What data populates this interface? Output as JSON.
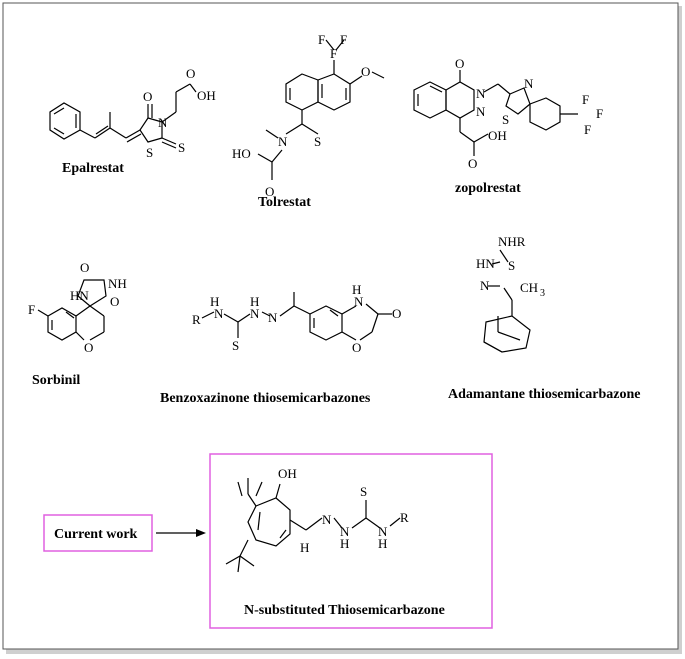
{
  "labels": {
    "epalrestat": "Epalrestat",
    "tolrestat": "Tolrestat",
    "zopolrestat": "zopolrestat",
    "sorbinil": "Sorbinil",
    "benzoxazinone": "Benzoxazinone thiosemicarbazones",
    "adamantane": "Adamantane thiosemicarbazone",
    "current_work": "Current work",
    "target": "N-substituted Thiosemicarbazone"
  },
  "colors": {
    "highlight_box": "#e060e0",
    "outer_border": "#555555",
    "text": "#000000"
  }
}
